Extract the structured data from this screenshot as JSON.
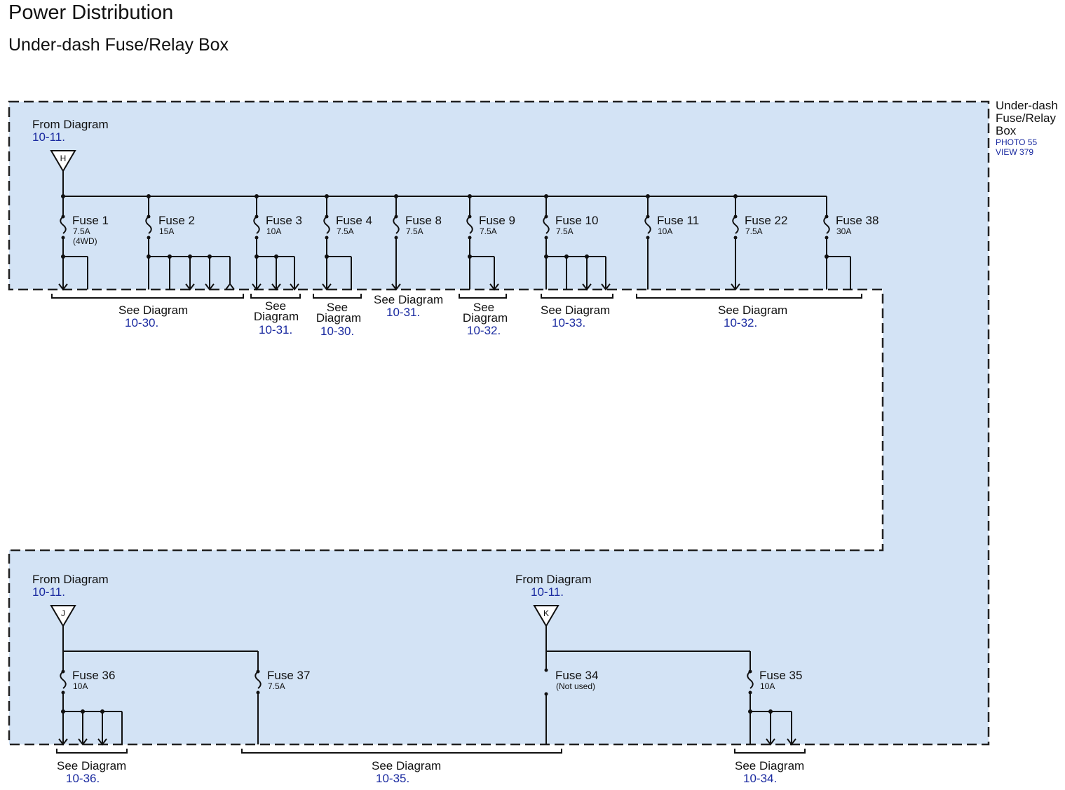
{
  "header": {
    "title": "Power Distribution",
    "subtitle": "Under-dash Fuse/Relay Box"
  },
  "box_label": {
    "line1": "Under-dash",
    "line2": "Fuse/Relay",
    "line3": "Box",
    "photo": "PHOTO 55",
    "view": "VIEW 379"
  },
  "colors": {
    "box_fill": "#d3e3f5",
    "reference_blue": "#1a2aa0",
    "wire": "#111111"
  },
  "sources": {
    "h": {
      "from_label": "From Diagram",
      "ref": "10-11.",
      "connector": "H"
    },
    "j": {
      "from_label": "From Diagram",
      "ref": "10-11.",
      "connector": "J"
    },
    "k": {
      "from_label": "From Diagram",
      "ref": "10-11.",
      "connector": "K"
    }
  },
  "top_fuses": [
    {
      "name": "Fuse 1",
      "rating": "7.5A",
      "note": "(4WD)"
    },
    {
      "name": "Fuse 2",
      "rating": "15A"
    },
    {
      "name": "Fuse 3",
      "rating": "10A"
    },
    {
      "name": "Fuse 4",
      "rating": "7.5A"
    },
    {
      "name": "Fuse 8",
      "rating": "7.5A"
    },
    {
      "name": "Fuse 9",
      "rating": "7.5A"
    },
    {
      "name": "Fuse 10",
      "rating": "7.5A"
    },
    {
      "name": "Fuse 11",
      "rating": "10A"
    },
    {
      "name": "Fuse 22",
      "rating": "7.5A"
    },
    {
      "name": "Fuse 38",
      "rating": "30A"
    }
  ],
  "bottom_fuses": [
    {
      "name": "Fuse 36",
      "rating": "10A"
    },
    {
      "name": "Fuse 37",
      "rating": "7.5A"
    },
    {
      "name": "Fuse 34",
      "rating": "(Not used)"
    },
    {
      "name": "Fuse 35",
      "rating": "10A"
    }
  ],
  "top_refs": [
    {
      "label": "See Diagram",
      "ref": "10-30."
    },
    {
      "label_line1": "See",
      "label_line2": "Diagram",
      "ref": "10-31."
    },
    {
      "label_line1": "See",
      "label_line2": "Diagram",
      "ref": "10-30."
    },
    {
      "label": "See Diagram",
      "ref": "10-31."
    },
    {
      "label_line1": "See",
      "label_line2": "Diagram",
      "ref": "10-32."
    },
    {
      "label": "See Diagram",
      "ref": "10-33."
    },
    {
      "label": "See Diagram",
      "ref": "10-32."
    }
  ],
  "bottom_refs": [
    {
      "label": "See Diagram",
      "ref": "10-36."
    },
    {
      "label": "See Diagram",
      "ref": "10-35."
    },
    {
      "label": "See Diagram",
      "ref": "10-34."
    }
  ]
}
